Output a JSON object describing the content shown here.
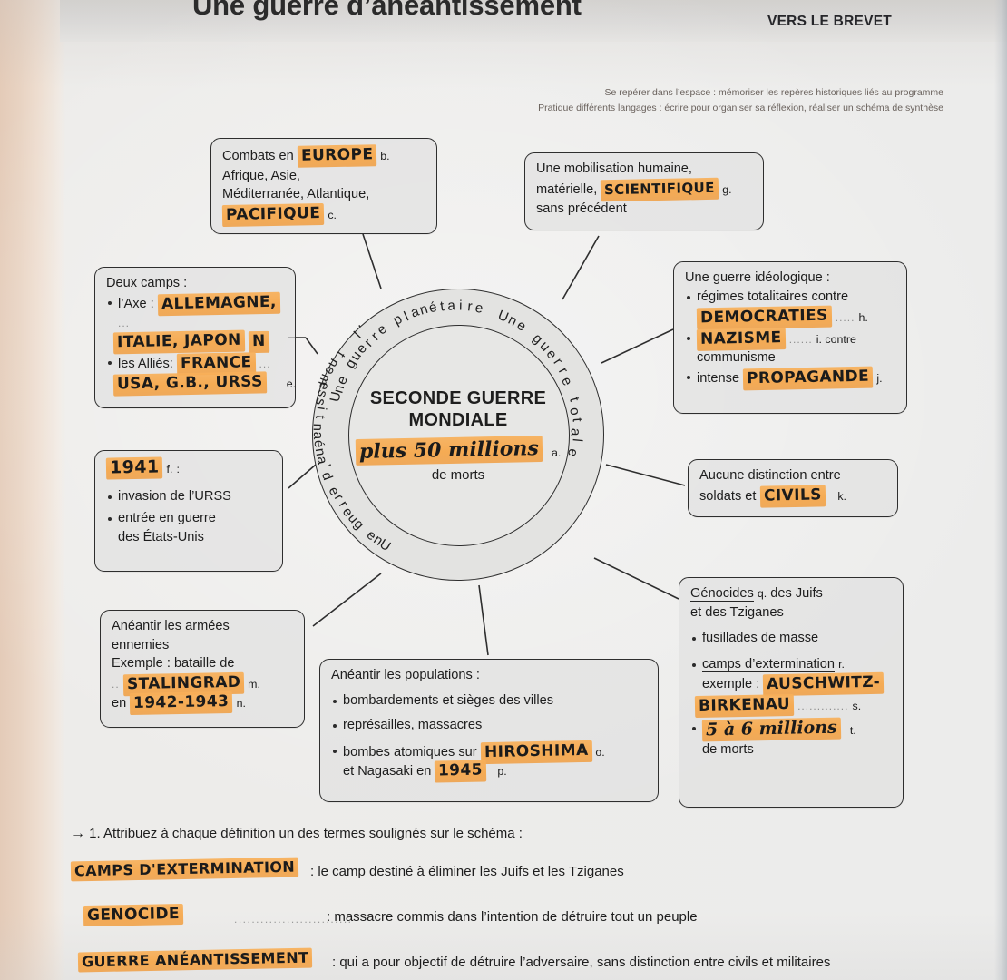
{
  "header": {
    "title": "Une guerre d’anéantissement",
    "brevet": "VERS LE BREVET",
    "competence1": "Se repérer dans l’espace : mémoriser les repères historiques liés au programme",
    "competence2": "Pratique différents langages : écrire pour organiser sa réflexion, réaliser un schéma de synthèse"
  },
  "center": {
    "title_line1": "SECONDE GUERRE",
    "title_line2": "MONDIALE",
    "handwritten": "plus 50 millions",
    "letter": "a.",
    "subtitle": "de morts",
    "ring_labels": {
      "top_left": "Une guerre planétaire",
      "top_right": "Une guerre totale",
      "bottom": "Une guerre d’anéantissement",
      "bottom_letter": "l."
    }
  },
  "boxes": {
    "combats": {
      "line1_pre": "Combats en",
      "line1_hw": "EUROPE",
      "line1_letter": "b.",
      "line2": "Afrique, Asie,",
      "line3": "Méditerranée, Atlantique,",
      "line4_hw": "PACIFIQUE",
      "line4_letter": "c."
    },
    "mobilisation": {
      "line1": "Une mobilisation humaine,",
      "line2_pre": "matérielle,",
      "line2_hw": "SCIENTIFIQUE",
      "line2_letter": "g.",
      "line3": "sans précédent"
    },
    "ideologique": {
      "title": "Une guerre idéologique :",
      "b1": "régimes totalitaires contre",
      "b1_hw": "DEMOCRATIES",
      "b1_letter": "h.",
      "b2_hw": "NAZISME",
      "b2_letter": "i. contre",
      "b2_cont": "communisme",
      "b3_pre": "intense",
      "b3_hw": "PROPAGANDE",
      "b3_letter": "j."
    },
    "camps": {
      "title": "Deux camps :",
      "b1_pre": "l’Axe :",
      "b1_hw": "ALLEMAGNE,",
      "b1_hw2": "ITALIE, JAPON",
      "b1_hw3": "N",
      "b2_pre": "les Alliés:",
      "b2_hw": "FRANCE",
      "b2_hw2": "USA, G.B., URSS",
      "b2_letter": "e."
    },
    "annee1941": {
      "hw": "1941",
      "letter": "f.",
      "colon": ":",
      "b1": "invasion de l’URSS",
      "b2_line1": "entrée en guerre",
      "b2_line2": "des États-Unis"
    },
    "civils": {
      "line1": "Aucune distinction entre",
      "line2_pre": "soldats et",
      "line2_hw": "CIVILS",
      "line2_letter": "k."
    },
    "armees": {
      "line1": "Anéantir les armées",
      "line2": "ennemies",
      "line3": "Exemple : bataille de",
      "line4_hw": "STALINGRAD",
      "line4_letter": "m.",
      "line5_pre": "en",
      "line5_hw": "1942-1943",
      "line5_letter": "n."
    },
    "populations": {
      "title": "Anéantir les populations :",
      "b1": "bombardements et sièges des villes",
      "b2": "représailles, massacres",
      "b3_pre": "bombes atomiques sur",
      "b3_hw": "HIROSHIMA",
      "b3_letter": "o.",
      "b4_pre": "et Nagasaki en",
      "b4_hw": "1945",
      "b4_letter": "p."
    },
    "genocides": {
      "title_u": "Génocides",
      "title_letter": "q.",
      "title_rest": "des Juifs",
      "line2": "et des Tziganes",
      "b1": "fusillades de masse",
      "b2_u": "camps d’extermination",
      "b2_letter": "r.",
      "b2_pre": "exemple :",
      "b2_hw1": "AUSCHWITZ-",
      "b2_hw2": "BIRKENAU",
      "b2_letter2": "s.",
      "b3_hw": "5 à 6 millions",
      "b3_letter": "t.",
      "b3_cont": "de morts"
    }
  },
  "exercise": {
    "question": "1. Attribuez à chaque définition un des termes soulignés sur le schéma :",
    "arrow": "→",
    "rows": [
      {
        "answer": "CAMPS D'EXTERMINATION",
        "definition": ": le camp destiné à éliminer les Juifs et les Tziganes"
      },
      {
        "answer": "GENOCIDE",
        "definition": ": massacre commis dans l’intention de détruire tout un peuple"
      },
      {
        "answer": "GUERRE ANÉANTISSEMENT",
        "definition": ": qui a pour objectif de détruire l’adversaire, sans distinction entre civils et militaires"
      }
    ]
  },
  "colors": {
    "highlight": "#f6a84c",
    "ink": "#1b1b1b",
    "box_border": "#2e2e2e",
    "paper": "#ececeb"
  }
}
